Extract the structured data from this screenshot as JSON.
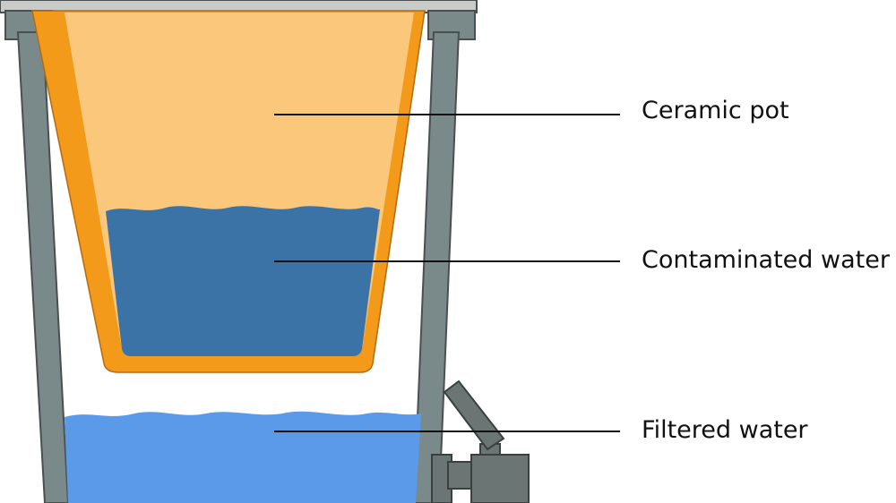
{
  "labels": {
    "ceramic_pot": "Ceramic pot",
    "contaminated_water": "Contaminated water",
    "filtered_water": "Filtered water"
  },
  "colors": {
    "pot_fill": "#fbc77b",
    "pot_rim": "#f49a1a",
    "contaminated_water": "#3b73a6",
    "filtered_water": "#5a9ae8",
    "container_wall": "#7a8a8a",
    "container_outline": "#4a4f4f",
    "lid": "#c8cbc8",
    "tap": "#6b7573"
  },
  "icons": {
    "tap": "tap-icon"
  }
}
